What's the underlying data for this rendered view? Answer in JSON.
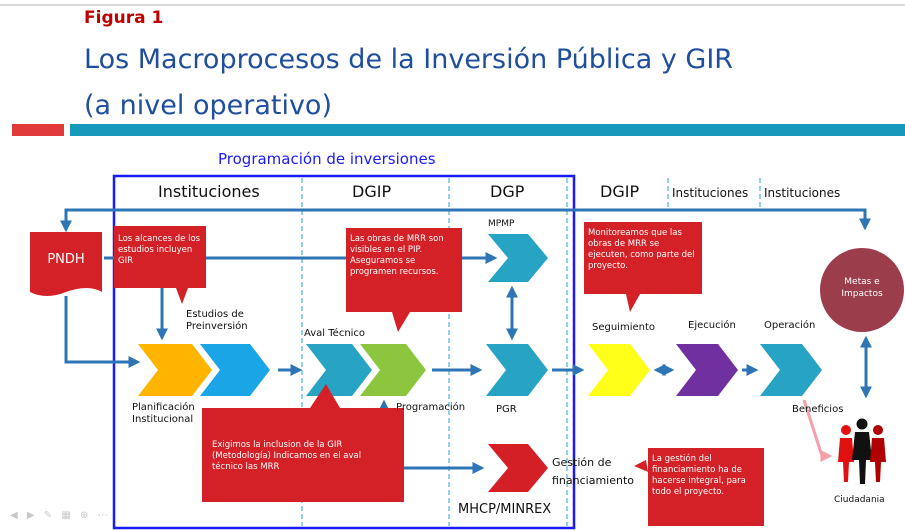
{
  "figure_label": "Figura 1",
  "title_line1": "Los Macroprocesos de la Inversión Pública y GIR",
  "title_line2": "(a nivel operativo)",
  "programacion_label": "Programación de inversiones",
  "headers": {
    "instituciones": "Instituciones",
    "dgip1": "DGIP",
    "dgp": "DGP",
    "dgip2": "DGIP",
    "instituciones2": "Instituciones",
    "instituciones3": "Instituciones"
  },
  "pndh": "PNDH",
  "nodes": {
    "mpmp": "MPMP",
    "estudios": "Estudios de Preinversión",
    "aval": "Aval Técnico",
    "planificacion": "Planificación Institucional",
    "programacion": "Programación",
    "pgr": "PGR",
    "seguimiento": "Seguimiento",
    "ejecucion": "Ejecución",
    "operacion": "Operación",
    "beneficios": "Beneficios",
    "gestion": "Gestión de financiamiento",
    "mhcp": "MHCP/MINREX",
    "metas": "Metas e Impactos",
    "ciudadania": "Ciudadania"
  },
  "callouts": {
    "alcances": "Los alcances de los estudios incluyen GIR",
    "obras": "Las obras de MRR son visibles en el PIP. Aseguramos se programen recursos.",
    "monitoreamos": "Monitoreamos que las obras de MRR se ejecuten, como parte del proyecto.",
    "exigimos": "Exigimos la inclusion de la GIR (Metodología) Indicamos en el aval técnico las MRR",
    "gestion": "La gestión del financiamiento ha de hacerse integral, para todo el proyecto."
  },
  "colors": {
    "title_blue": "#1f4e9c",
    "figure_red": "#c00000",
    "callout_red": "#d42027",
    "connector_blue": "#2e75b6",
    "frame_blue": "#1a1aff",
    "chevron_orange": "#ffb400",
    "chevron_cyan": "#1aa6e6",
    "chevron_teal": "#27a4c3",
    "chevron_green": "#8cc63f",
    "chevron_red": "#d41f26",
    "chevron_yellow": "#ffff1a",
    "chevron_purple": "#7030a0",
    "metas_circle": "#9b3d4b",
    "ciudadania_link": "#f4a0a8"
  },
  "player_icons": [
    "back-icon",
    "forward-icon",
    "pen-icon",
    "grid-icon",
    "zoom-icon",
    "more-icon"
  ]
}
